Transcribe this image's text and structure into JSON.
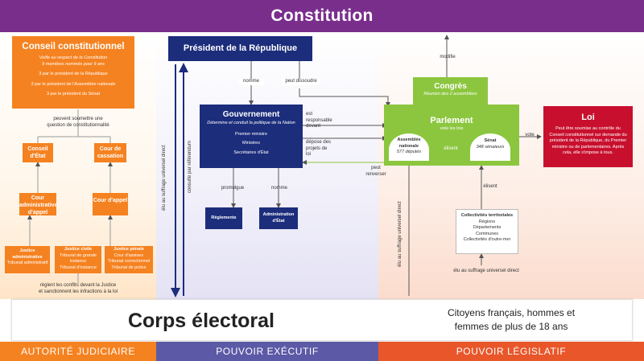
{
  "header": {
    "title": "Constitution"
  },
  "columns": {
    "judicial": "AUTORITÉ JUDICIAIRE",
    "executive": "POUVOIR EXÉCUTIF",
    "legislative": "POUVOIR LÉGISLATIF"
  },
  "corps": {
    "title": "Corps électoral",
    "desc_line1": "Citoyens français, hommes et",
    "desc_line2": "femmes de plus de 18 ans"
  },
  "conseil": {
    "title": "Conseil constitutionnel",
    "line1": "Veille au respect de la Constitution",
    "line2": "9 membres nommés pour 9 ans",
    "line3": "3 par le président de la République",
    "line4": "3 par le président de l'Assemblée nationale",
    "line5": "3 par le président du Sénat"
  },
  "judicial": {
    "saisine_1": "peuvent soumettre une",
    "saisine_2": "question de constitutionnalité",
    "conseil_etat": "Conseil d'État",
    "cassation": "Cour de cassation",
    "caa": "Cour administrative d'appel",
    "ca": "Cour d'appel",
    "ja_title": "Justice administrative",
    "ja_sub": "Tribunal administratif",
    "jc_title": "Justice civile",
    "jc_sub1": "Tribunal de grande instance",
    "jc_sub2": "Tribunal d'instance",
    "jp_title": "Justice pénale",
    "jp_sub1": "Cour d'assises",
    "jp_sub2": "Tribunal correctionnel",
    "jp_sub3": "Tribunal de police",
    "reglent_1": "règlent les conflits devant la Justice",
    "reglent_2": "et sanctionnent les infractions à la loi"
  },
  "executive": {
    "president": "Président de la République",
    "nomme": "nomme",
    "peut_dissoudre": "peut dissoudre",
    "gouv_title": "Gouvernement",
    "gouv_sub": "Détermine et conduit la politique de la Nation",
    "gouv_l1": "Premier ministre",
    "gouv_l2": "Ministres",
    "gouv_l3": "Secrétaires d'État",
    "promulgue": "promulgue",
    "nomme2": "nomme",
    "reglements": "Règlements",
    "administration": "Administration d'État",
    "elu_direct": "élu au suffrage universel direct",
    "consulte": "consulte par référendum",
    "responsable": "est responsable devant",
    "depose": "dépose des projets de loi",
    "peut_renverser": "peut renverser"
  },
  "legislative": {
    "modifie": "modifie",
    "congres_title": "Congrès",
    "congres_sub": "Réunion des 2 assemblées",
    "parlement_title": "Parlement",
    "parlement_sub": "vote les lois",
    "an_title": "Assemblée nationale",
    "an_sub": "577 députés",
    "senat_title": "Sénat",
    "senat_sub": "348 sénateurs",
    "elisent": "élisent",
    "vote": "vote",
    "elisent2": "élisent",
    "loi_title": "Loi",
    "loi_text": "Peut être soumise au contrôle du Conseil constitutionnel sur demande du président de la République, du Premier ministre ou de parlementaires. Après cela, elle s'impose à tous.",
    "coll_title": "Collectivités territoriales",
    "coll_l1": "Régions",
    "coll_l2": "Départements",
    "coll_l3": "Communes",
    "coll_l4": "Collectivités d'outre-mer",
    "elu_direct2": "élu au suffrage universel direct",
    "elu_direct3": "élu au suffrage universel direct"
  },
  "colors": {
    "purple": "#7a2e8c",
    "orange": "#f58220",
    "navy": "#1c2d7c",
    "green": "#8cc63f",
    "red": "#c8102e",
    "indigo": "#5c59a6",
    "vermilion": "#e8562a"
  }
}
